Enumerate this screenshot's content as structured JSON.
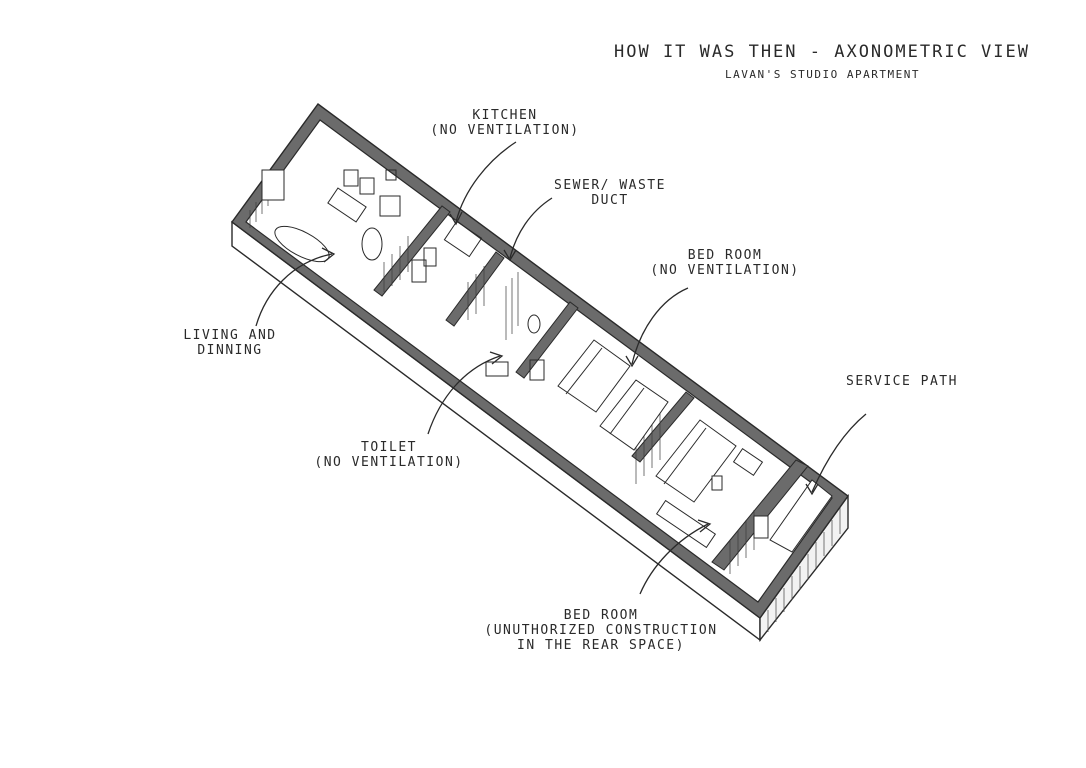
{
  "header": {
    "title": "HOW IT WAS THEN - AXONOMETRIC VIEW",
    "subtitle": "LAVAN'S STUDIO APARTMENT"
  },
  "labels": {
    "kitchen": "KITCHEN\n(NO VENTILATION)",
    "sewer": "SEWER/ WASTE\nDUCT",
    "bedroom1": "BED ROOM\n(NO VENTILATION)",
    "living": "LIVING AND\nDINNING",
    "service": "SERVICE PATH",
    "toilet": "TOILET\n(NO VENTILATION)",
    "bedroom2": "BED ROOM\n(UNUTHORIZED CONSTRUCTION\nIN THE REAR SPACE)"
  },
  "colors": {
    "ink": "#2a2a2a",
    "wall_fill": "#6b6b6b",
    "floor": "#ffffff"
  }
}
